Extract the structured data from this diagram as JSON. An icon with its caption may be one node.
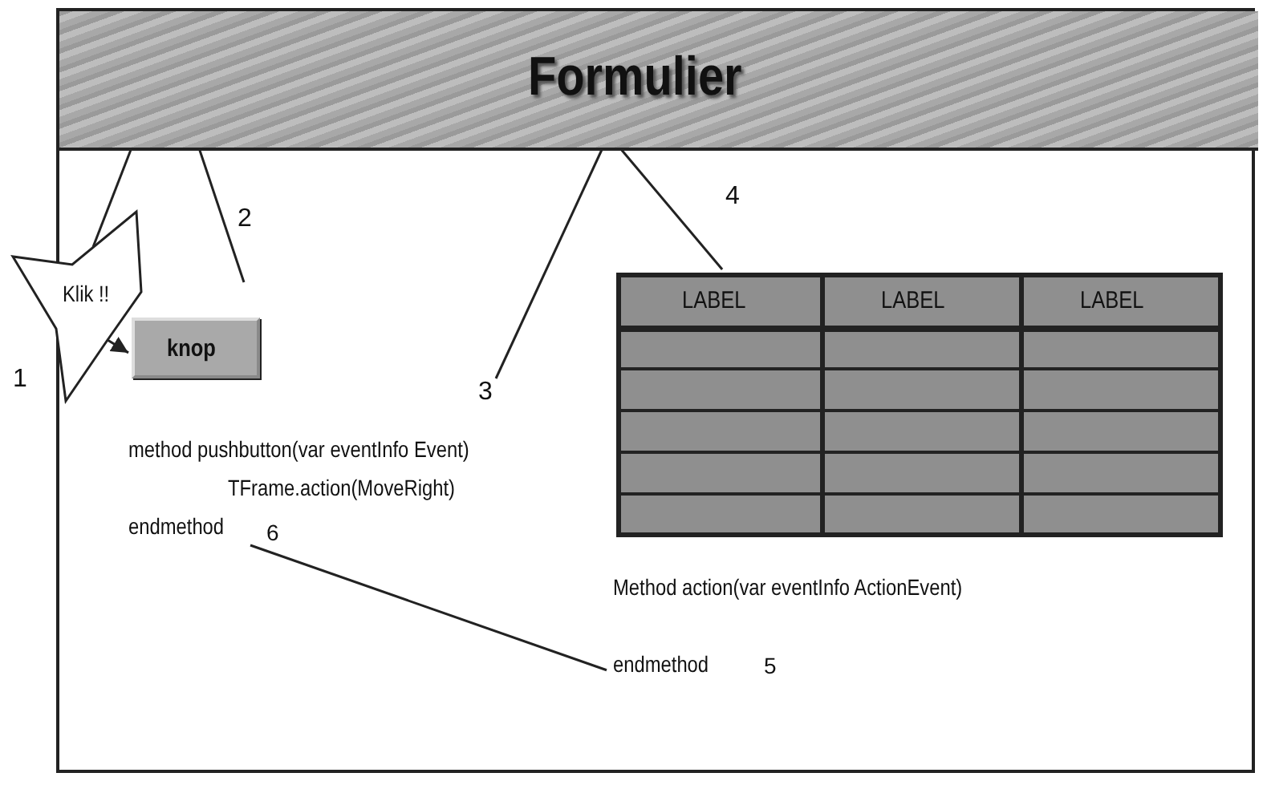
{
  "diagram": {
    "nodes": [
      {
        "text": [],
        "shape": "box"
      },
      {
        "text": [
          "Formulier"
        ],
        "in": 0
      },
      {
        "text": [
          "Klik !!"
        ]
      },
      {
        "text": [
          "knop"
        ],
        "in": 0
      },
      {
        "text": [
          "LABEL",
          "LABEL",
          "LABEL"
        ],
        "in": 0
      },
      {
        "text": [
          "method pushbutton(var eventInfo Event)",
          "TFrame.action(MoveRight)",
          "endmethod"
        ],
        "beside": [
          "6"
        ],
        "in": 0
      },
      {
        "text": [
          "Method action(var eventInfo ActionEvent)",
          "endmethod"
        ],
        "beside": [
          "5"
        ],
        "in": 0
      },
      {
        "text": [
          "3"
        ],
        "in": 0
      }
    ],
    "edges": [
      {
        "from": 1,
        "to": 2,
        "arrow": "none"
      },
      {
        "from": 1,
        "to": null,
        "arrow": "none"
      },
      {
        "from": 2,
        "to": 3,
        "arrow": "to"
      },
      {
        "from": 1,
        "to": 7,
        "arrow": "none"
      },
      {
        "from": 1,
        "to": 4,
        "arrow": "none"
      },
      {
        "from": 5,
        "to": 6,
        "arrow": "none"
      }
    ],
    "labels": [
      "4",
      "2",
      "1"
    ]
  }
}
